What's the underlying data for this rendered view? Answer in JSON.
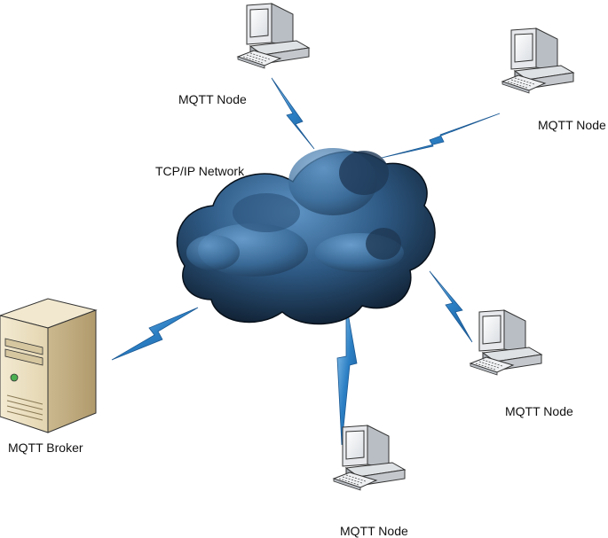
{
  "network": {
    "label": "TCP/IP  Network"
  },
  "broker": {
    "label": "MQTT Broker"
  },
  "nodes": [
    {
      "label": "MQTT Node"
    },
    {
      "label": "MQTT Node"
    },
    {
      "label": "MQTT Node"
    },
    {
      "label": "MQTT Node"
    }
  ],
  "colors": {
    "cloud_dark": "#0d1a2b",
    "cloud_mid": "#2f5b86",
    "cloud_light": "#5a8fc0",
    "bolt": "#2b7fc4",
    "bolt_light": "#7fb8e6"
  },
  "icons": {
    "node": "desktop-computer-icon",
    "broker": "server-tower-icon",
    "link": "lightning-bolt-icon",
    "network": "cloud-icon"
  }
}
